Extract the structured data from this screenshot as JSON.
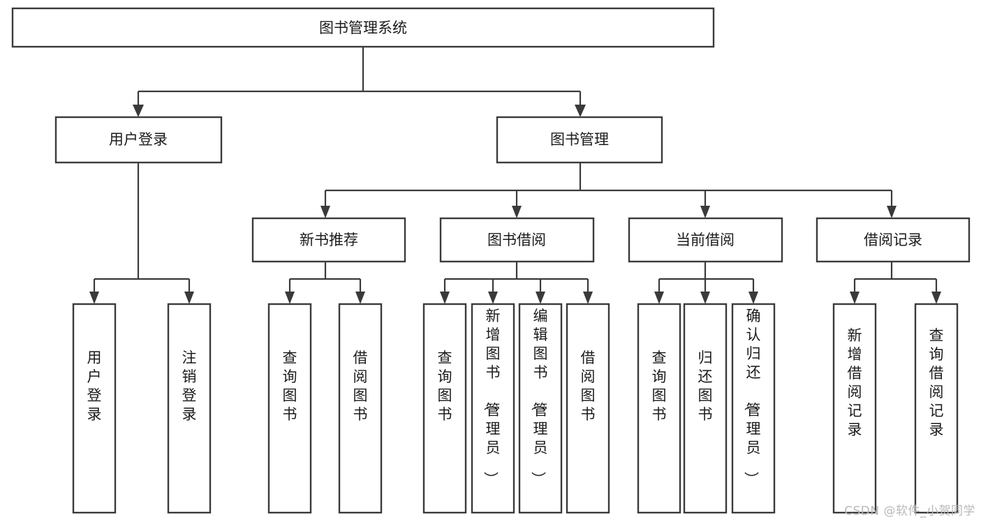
{
  "diagram": {
    "type": "tree-hierarchy",
    "title": "图书管理系统",
    "watermark": "CSDN @软件_小贺同学",
    "colors": {
      "stroke": "#3a3a3a",
      "fill": "#ffffff",
      "text": "#1b1b1b",
      "watermark": "#b8b8b8"
    },
    "nodes": {
      "root": {
        "label": "图书管理系统",
        "level": 0,
        "orientation": "horizontal"
      },
      "l1": [
        {
          "id": "user-login",
          "label": "用户登录",
          "level": 1,
          "orientation": "horizontal"
        },
        {
          "id": "book-manage",
          "label": "图书管理",
          "level": 1,
          "orientation": "horizontal"
        }
      ],
      "l2": [
        {
          "id": "new-book-rec",
          "label": "新书推荐",
          "level": 2,
          "orientation": "horizontal"
        },
        {
          "id": "book-borrow",
          "label": "图书借阅",
          "level": 2,
          "orientation": "horizontal"
        },
        {
          "id": "current-borrow",
          "label": "当前借阅",
          "level": 2,
          "orientation": "horizontal"
        },
        {
          "id": "borrow-record",
          "label": "借阅记录",
          "level": 2,
          "orientation": "horizontal"
        }
      ],
      "leaves": [
        {
          "id": "leaf-user-login",
          "label": "用户登录",
          "parent": "user-login",
          "orientation": "vertical"
        },
        {
          "id": "leaf-logout",
          "label": "注销登录",
          "parent": "user-login",
          "orientation": "vertical"
        },
        {
          "id": "leaf-query-book-1",
          "label": "查询图书",
          "parent": "new-book-rec",
          "orientation": "vertical"
        },
        {
          "id": "leaf-borrow-book-1",
          "label": "借阅图书",
          "parent": "new-book-rec",
          "orientation": "vertical"
        },
        {
          "id": "leaf-query-book-2",
          "label": "查询图书",
          "parent": "book-borrow",
          "orientation": "vertical"
        },
        {
          "id": "leaf-add-book",
          "label": "新增图书（管理员）",
          "parent": "book-borrow",
          "orientation": "vertical"
        },
        {
          "id": "leaf-edit-book",
          "label": "编辑图书（管理员）",
          "parent": "book-borrow",
          "orientation": "vertical"
        },
        {
          "id": "leaf-borrow-book-2",
          "label": "借阅图书",
          "parent": "book-borrow",
          "orientation": "vertical"
        },
        {
          "id": "leaf-query-book-3",
          "label": "查询图书",
          "parent": "current-borrow",
          "orientation": "vertical"
        },
        {
          "id": "leaf-return-book",
          "label": "归还图书",
          "parent": "current-borrow",
          "orientation": "vertical"
        },
        {
          "id": "leaf-confirm-return",
          "label": "确认归还（管理员）",
          "parent": "current-borrow",
          "orientation": "vertical"
        },
        {
          "id": "leaf-add-record",
          "label": "新增借阅记录",
          "parent": "borrow-record",
          "orientation": "vertical"
        },
        {
          "id": "leaf-query-record",
          "label": "查询借阅记录",
          "parent": "borrow-record",
          "orientation": "vertical"
        }
      ]
    },
    "edges": [
      {
        "from": "root",
        "to": "user-login"
      },
      {
        "from": "root",
        "to": "book-manage"
      },
      {
        "from": "user-login",
        "to": "leaf-user-login"
      },
      {
        "from": "user-login",
        "to": "leaf-logout"
      },
      {
        "from": "book-manage",
        "to": "new-book-rec"
      },
      {
        "from": "book-manage",
        "to": "book-borrow"
      },
      {
        "from": "book-manage",
        "to": "current-borrow"
      },
      {
        "from": "book-manage",
        "to": "borrow-record"
      },
      {
        "from": "new-book-rec",
        "to": "leaf-query-book-1"
      },
      {
        "from": "new-book-rec",
        "to": "leaf-borrow-book-1"
      },
      {
        "from": "book-borrow",
        "to": "leaf-query-book-2"
      },
      {
        "from": "book-borrow",
        "to": "leaf-add-book"
      },
      {
        "from": "book-borrow",
        "to": "leaf-edit-book"
      },
      {
        "from": "book-borrow",
        "to": "leaf-borrow-book-2"
      },
      {
        "from": "current-borrow",
        "to": "leaf-query-book-3"
      },
      {
        "from": "current-borrow",
        "to": "leaf-return-book"
      },
      {
        "from": "current-borrow",
        "to": "leaf-confirm-return"
      },
      {
        "from": "borrow-record",
        "to": "leaf-add-record"
      },
      {
        "from": "borrow-record",
        "to": "leaf-query-record"
      }
    ]
  }
}
